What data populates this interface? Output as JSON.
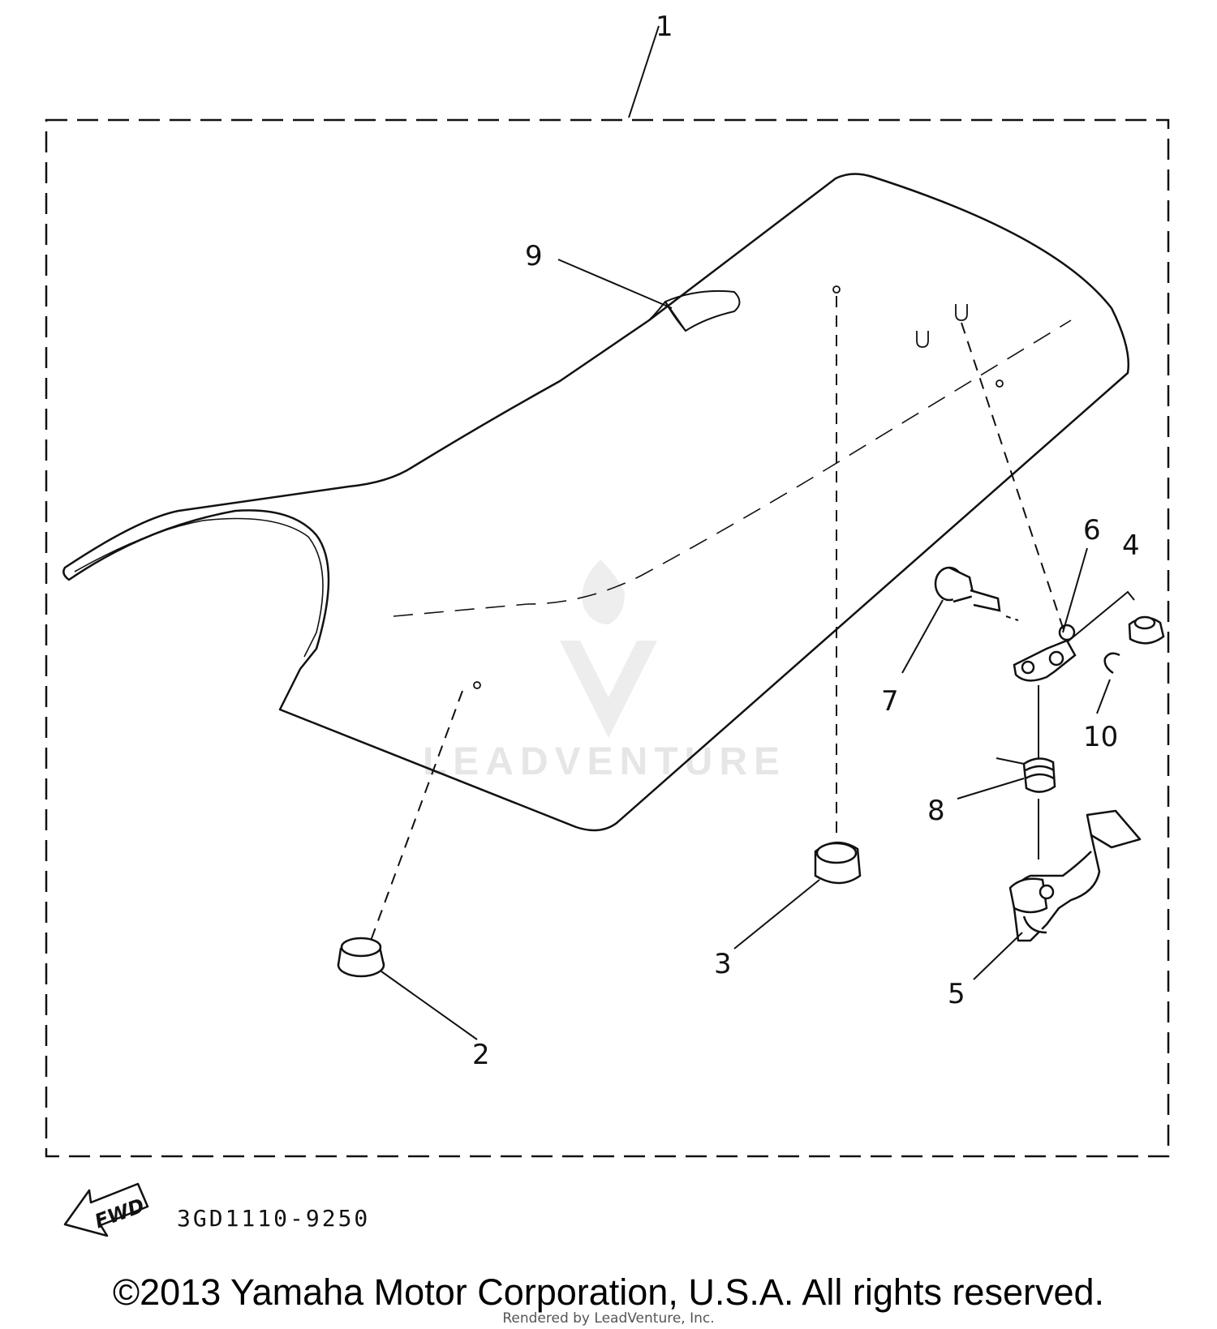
{
  "diagram": {
    "frame_label": "1",
    "callouts": [
      "1",
      "2",
      "3",
      "4",
      "5",
      "6",
      "7",
      "8",
      "9",
      "10"
    ],
    "part_code": "3GD1110-9250",
    "fwd_label": "FWD"
  },
  "watermark": {
    "text": "LEADVENTURE"
  },
  "footer": {
    "copyright": "©2013 Yamaha Motor Corporation, U.S.A. All rights reserved.",
    "rendered_by": "Rendered by LeadVenture, Inc."
  }
}
